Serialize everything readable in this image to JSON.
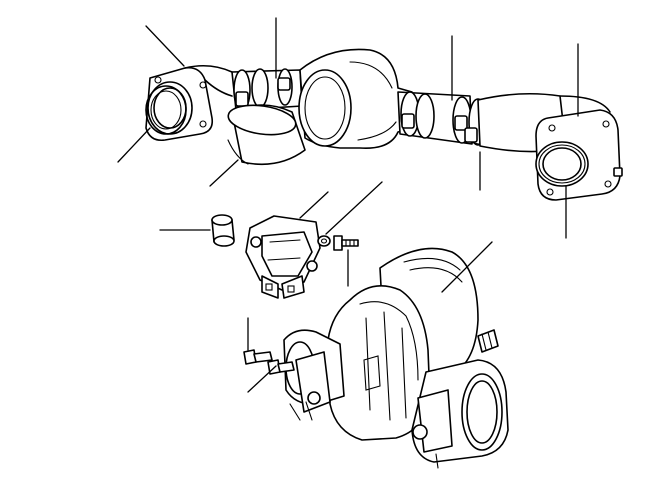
{
  "diagram": {
    "view": "exploded-parts-illustration",
    "callouts": [
      {
        "id": "c1",
        "target": "left-intake-elbow"
      },
      {
        "id": "c2",
        "target": "left-hose-clamp"
      },
      {
        "id": "c3",
        "target": "left-flange-seal-ring"
      },
      {
        "id": "c4",
        "target": "rubber-coupling-sleeve"
      },
      {
        "id": "c5",
        "target": "right-hose-clamp"
      },
      {
        "id": "c6",
        "target": "right-intake-elbow"
      },
      {
        "id": "c7",
        "target": "right-clamp-lower"
      },
      {
        "id": "c8",
        "target": "right-flange-seal-ring"
      },
      {
        "id": "c9",
        "target": "spacer-bushing"
      },
      {
        "id": "c10",
        "target": "throttle-position-sensor"
      },
      {
        "id": "c11",
        "target": "washer"
      },
      {
        "id": "c12",
        "target": "mounting-screw"
      },
      {
        "id": "c13",
        "target": "throttle-body-housing"
      },
      {
        "id": "c14",
        "target": "sensor-screw"
      },
      {
        "id": "c15",
        "target": "sensor-screw-lower"
      }
    ],
    "colors": {
      "line": "#000000",
      "paper": "#ffffff"
    }
  }
}
